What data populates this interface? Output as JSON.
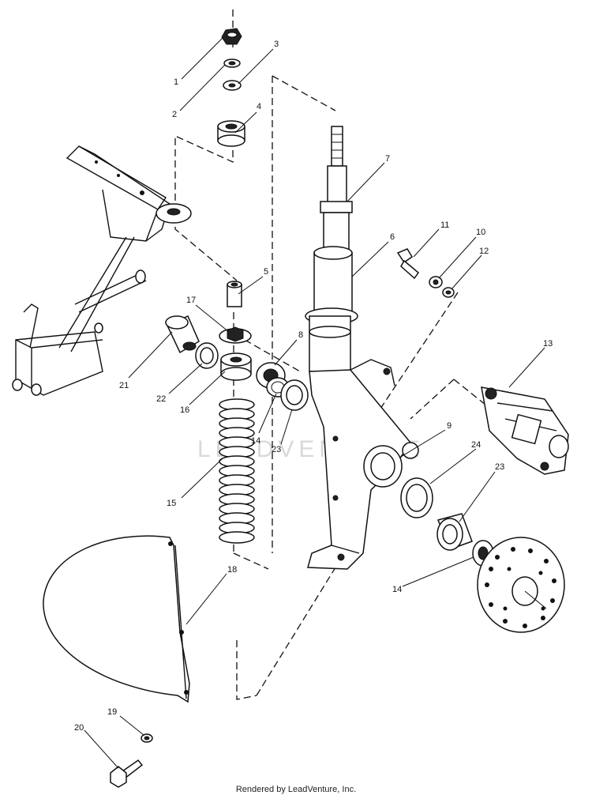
{
  "diagram": {
    "callouts": {
      "c1": "1",
      "c2": "2",
      "c3": "3",
      "c4": "4",
      "c5": "5",
      "c6": "6",
      "c7": "7",
      "c8": "8",
      "c9": "9",
      "c10": "10",
      "c11": "11",
      "c12": "12",
      "c13": "13",
      "c14a": "14",
      "c14b": "14",
      "c15": "15",
      "c16": "16",
      "c17": "17",
      "c18": "18",
      "c19": "19",
      "c20": "20",
      "c21": "21",
      "c22": "22",
      "c23a": "23",
      "c23b": "23",
      "c24": "24"
    },
    "watermark": "LEADVENTURE"
  },
  "footer": {
    "credit": "Rendered by LeadVenture, Inc."
  }
}
